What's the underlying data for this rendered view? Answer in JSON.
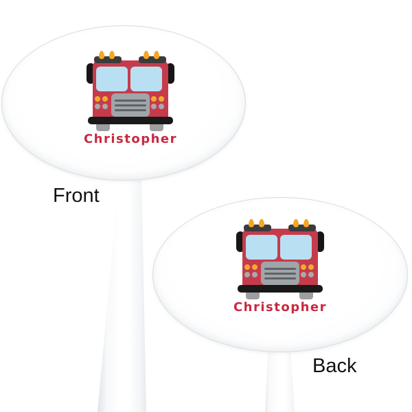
{
  "labels": {
    "front": "Front",
    "back": "Back"
  },
  "paddles": [
    {
      "side": "front",
      "name": "Christopher"
    },
    {
      "side": "back",
      "name": "Christopher"
    }
  ],
  "colors": {
    "truck_red": "#c63b4b",
    "name_red": "#c92840",
    "window_blue": "#b9e0f2",
    "roofbar_gray": "#3b3b3b",
    "mirror_black": "#161616",
    "bumper_black": "#191919",
    "beacon_orange": "#f5a623",
    "headlight_orange": "#f0ad2d",
    "headlight_gray": "#a8aaac",
    "grille_gray": "#9fa5a8",
    "grille_line": "#5d6366",
    "foot_gray": "#9c9ea0",
    "label_black": "#111111"
  }
}
